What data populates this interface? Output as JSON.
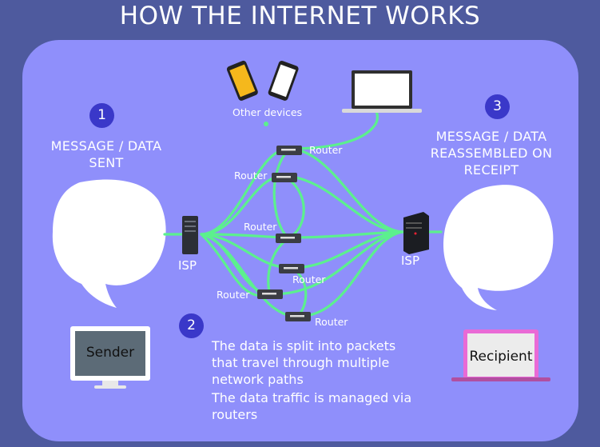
{
  "title": "HOW THE INTERNET WORKS",
  "colors": {
    "background": "#4e5a9e",
    "panel": "#8f8ffb",
    "path": "#5cf08e",
    "badge": "#3a38c9"
  },
  "steps": [
    {
      "number": "1",
      "text": "MESSAGE / DATA\nSENT"
    },
    {
      "number": "2",
      "paragraphs": [
        "The data is split into packets that travel through multiple network paths",
        "The data traffic is managed via routers"
      ]
    },
    {
      "number": "3",
      "text": "MESSAGE / DATA\nREASSEMBLED ON\nRECEIPT"
    }
  ],
  "devices": {
    "other_devices_label": "Other devices",
    "sender_label": "Sender",
    "recipient_label": "Recipient"
  },
  "nodes": {
    "isp_left": "ISP",
    "isp_right": "ISP"
  },
  "routers": [
    "Router",
    "Router",
    "Router",
    "Router",
    "Router",
    "Router"
  ],
  "icons": [
    "smartphone-icon",
    "laptop-icon",
    "server-icon",
    "router-icon",
    "monitor-icon",
    "speech-bubble-icon"
  ]
}
